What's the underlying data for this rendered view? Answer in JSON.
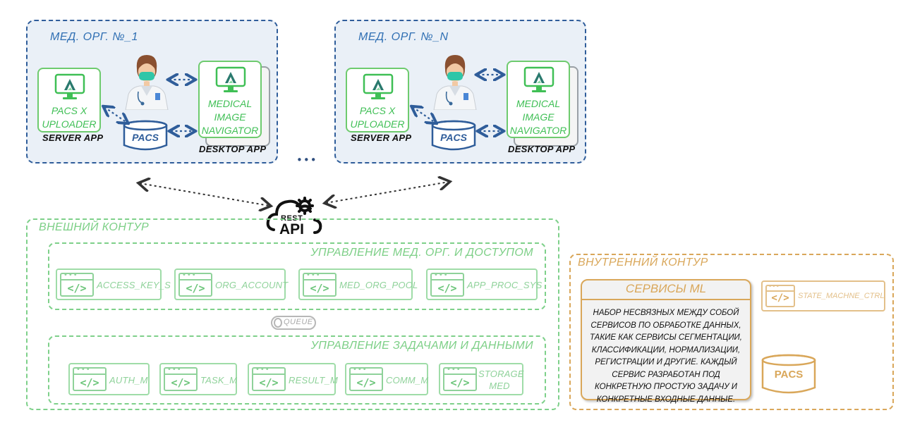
{
  "org1": {
    "title": "МЕД. ОРГ. №_1",
    "server_app_label": "PACS  X\nUPLOADER",
    "server_caption": "SERVER APP",
    "desktop_app_label": "MEDICAL\nIMAGE\nNAVIGATOR",
    "desktop_caption": "DESKTOP APP",
    "pacs_label": "PACS"
  },
  "orgN": {
    "title": "МЕД. ОРГ. №_N",
    "server_app_label": "PACS  X\nUPLOADER",
    "server_caption": "SERVER APP",
    "desktop_app_label": "MEDICAL\nIMAGE\nNAVIGATOR",
    "desktop_caption": "DESKTOP APP",
    "pacs_label": "PACS"
  },
  "ellipsis": "•••",
  "rest_api": {
    "top": "REST",
    "bottom": "API"
  },
  "outer": {
    "title": "ВНЕШНИЙ КОНТУР",
    "access_group": {
      "title": "УПРАВЛЕНИЕ МЕД. ОРГ. И ДОСТУПОМ",
      "services": [
        "ACCESS_KEY_S",
        "ORG_ACCOUNT",
        "MED_ORG_POOL",
        "APP_PROC_SYS"
      ]
    },
    "queue_label": "QUEUE",
    "task_group": {
      "title": "УПРАВЛЕНИЕ ЗАДАЧАМИ И ДАННЫМИ",
      "services": [
        "AUTH_M",
        "TASK_M",
        "RESULT_M",
        "COMM_M",
        "STORAGE\nMED"
      ]
    }
  },
  "inner": {
    "title": "ВНУТРЕННИЙ КОНТУР",
    "ml_title": "СЕРВИСЫ ML",
    "ml_description": "НАБОР НЕСВЯЗНЫХ МЕЖДУ СОБОЙ СЕРВИСОВ ПО ОБРАБОТКЕ ДАННЫХ, ТАКИЕ КАК СЕРВИСЫ СЕГМЕНТАЦИИ, КЛАССИФИКАЦИИ, НОРМАЛИЗАЦИИ, РЕГИСТРАЦИИ И ДРУГИЕ. КАЖДЫЙ СЕРВИС РАЗРАБОТАН ПОД КОНКРЕТНУЮ ПРОСТУЮ ЗАДАЧУ И КОНКРЕТНЫЕ ВХОДНЫЕ ДАННЫЕ.",
    "state_machine_label": "STATE_MACHNE_CTRL",
    "pacs_label": "PACS"
  },
  "colors": {
    "org_border": "#2f5d9a",
    "org_fill": "#eaf0f7",
    "app_green": "#3fbf55",
    "outer_green": "#7ed08a",
    "inner_orange": "#d9a75a"
  }
}
